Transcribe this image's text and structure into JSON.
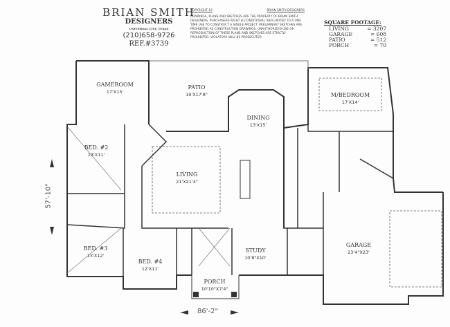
{
  "designer": {
    "name": "BRIAN SMITH",
    "subtitle": "DESIGNERS",
    "location": "UNIVERSAL CITY, TEXAS",
    "phone": "(210)658-9726",
    "reference": "REF.#3739"
  },
  "copyright": {
    "label": "COPYRIGHT 19",
    "holder": "BRIAN SMITH DESIGNERS",
    "notice": "DRAWINGS, PLANS AND SKETCHES ARE THE PROPERTY OF BRIAN SMITH DESIGNERS. PURCHASERS RIGHT IS CONDITIONAL AND LIMITED TO A ONE TIME USE TO CONSTRUCT A SINGLE PROJECT. PRELIMINARY SKETCHES ARE PROHIBITED AS CONSTRUCTION DRAWINGS. UNAUTHORIZED USE OR REPRODUCTION OF THESE PLANS AND SKETCHES ARE STRICTLY PROHIBITED. VIOLATORS WILL BE PROSECUTED."
  },
  "square_footage": {
    "title": "SQUARE FOOTAGE:",
    "rows": [
      {
        "label": "LIVING",
        "value": "= 3207"
      },
      {
        "label": "GARAGE",
        "value": "= 608"
      },
      {
        "label": "PATIO",
        "value": "= 512"
      },
      {
        "label": "PORCH",
        "value": "= 70"
      }
    ]
  },
  "rooms": {
    "gameroom": {
      "name": "GAMEROOM",
      "size": "17'X15'"
    },
    "patio": {
      "name": "PATIO",
      "size": "19'X17'8\""
    },
    "dining": {
      "name": "DINING",
      "size": "13'X15'"
    },
    "master": {
      "name": "M/BEDROOM",
      "size": "17'X14'"
    },
    "bed2": {
      "name": "BED. #2",
      "size": "13'X11'"
    },
    "living": {
      "name": "LIVING",
      "size": "21'X21'4\""
    },
    "bed3": {
      "name": "BED. #3",
      "size": "13'X12'"
    },
    "bed4": {
      "name": "BED. #4",
      "size": "12'X11'"
    },
    "study": {
      "name": "STUDY",
      "size": "10'8\"X10'"
    },
    "porch": {
      "name": "PORCH",
      "size": "10'10\"X7'4\""
    },
    "garage": {
      "name": "GARAGE",
      "size": "23'4\"X23'"
    }
  },
  "dimensions": {
    "depth": "57'-10\"",
    "width": "86'-2\""
  }
}
